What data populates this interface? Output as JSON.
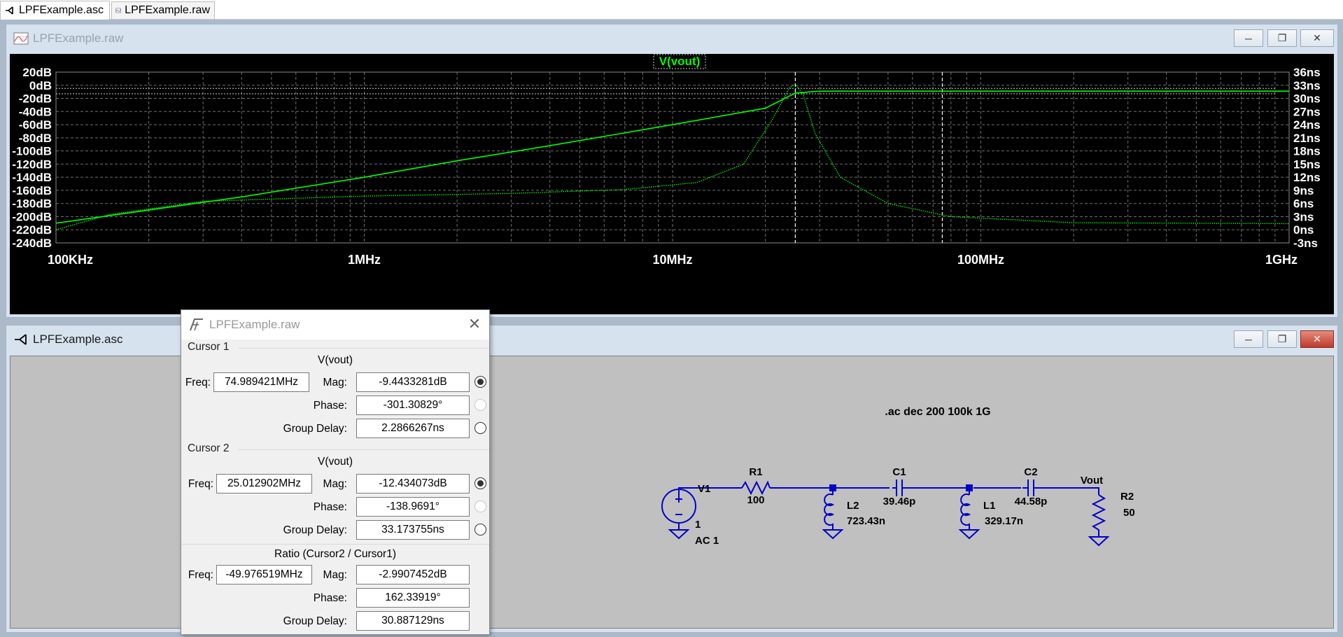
{
  "tabs": [
    {
      "label": "LPFExample.asc",
      "icon": "schematic-icon"
    },
    {
      "label": "LPFExample.raw",
      "icon": "waveform-icon"
    }
  ],
  "plot_window": {
    "title": "LPFExample.raw"
  },
  "schematic_window": {
    "title": "LPFExample.asc"
  },
  "chart_data": {
    "type": "line",
    "trace_label": "V(vout)",
    "x_scale": "log",
    "xlim": [
      100000,
      1000000000
    ],
    "x_ticks": [
      "100KHz",
      "1MHz",
      "10MHz",
      "100MHz",
      "1GHz"
    ],
    "y_ticks": [
      "20dB",
      "0dB",
      "-20dB",
      "-40dB",
      "-60dB",
      "-80dB",
      "-100dB",
      "-120dB",
      "-140dB",
      "-160dB",
      "-180dB",
      "-200dB",
      "-220dB",
      "-240dB"
    ],
    "y_right_ticks": [
      "36ns",
      "33ns",
      "30ns",
      "27ns",
      "24ns",
      "21ns",
      "18ns",
      "15ns",
      "12ns",
      "9ns",
      "6ns",
      "3ns",
      "0ns",
      "-3ns"
    ],
    "ylim": [
      -240,
      20
    ],
    "y2lim": [
      -3,
      36
    ],
    "grid": true,
    "trace_color": "#00ff00",
    "series": [
      {
        "style": "solid",
        "axis": "left",
        "x": [
          100000,
          200000,
          400000,
          1000000,
          2000000,
          4000000,
          10000000,
          20000000,
          25000000,
          30000000,
          50000000,
          100000000,
          1000000000
        ],
        "y": [
          -210,
          -190,
          -170,
          -140,
          -115,
          -92,
          -60,
          -35,
          -12,
          -9,
          -9,
          -9,
          -9
        ]
      },
      {
        "style": "dotted",
        "axis": "left_group_delay_on_right",
        "x": [
          100000,
          150000,
          300000,
          1000000,
          3000000,
          7000000,
          12000000,
          17000000,
          21000000,
          24000000,
          25000000,
          26500000,
          29000000,
          35000000,
          50000000,
          80000000,
          200000000,
          1000000000
        ],
        "y": [
          0,
          3.5,
          6.5,
          7.7,
          8.3,
          9.2,
          10.8,
          15,
          25,
          32.5,
          33.2,
          31,
          22,
          12,
          6,
          3,
          1.6,
          1.4
        ]
      }
    ],
    "cursor_lines": [
      {
        "x": 25012902
      },
      {
        "x": 74989421
      }
    ]
  },
  "cursor_dialog": {
    "title": "LPFExample.raw",
    "cursor1": {
      "label": "Cursor 1",
      "trace": "V(vout)",
      "freq_label": "Freq:",
      "freq": "74.989421MHz",
      "mag_label": "Mag:",
      "mag": "-9.4433281dB",
      "phase_label": "Phase:",
      "phase": "-301.30829°",
      "gd_label": "Group Delay:",
      "gd": "2.2866267ns"
    },
    "cursor2": {
      "label": "Cursor 2",
      "trace": "V(vout)",
      "freq_label": "Freq:",
      "freq": "25.012902MHz",
      "mag_label": "Mag:",
      "mag": "-12.434073dB",
      "phase_label": "Phase:",
      "phase": "-138.9691°",
      "gd_label": "Group Delay:",
      "gd": "33.173755ns"
    },
    "ratio": {
      "label": "Ratio (Cursor2 / Cursor1)",
      "freq_label": "Freq:",
      "freq": "-49.976519MHz",
      "mag_label": "Mag:",
      "mag": "-2.9907452dB",
      "phase_label": "Phase:",
      "phase": "162.33919°",
      "gd_label": "Group Delay:",
      "gd": "30.887129ns"
    }
  },
  "schematic": {
    "directive": ".ac dec 200 100k 1G",
    "wire_color": "#0000c8",
    "components": {
      "V1": {
        "name": "V1",
        "value": "1",
        "ac": "AC 1"
      },
      "R1": {
        "name": "R1",
        "value": "100"
      },
      "L2": {
        "name": "L2",
        "value": "723.43n"
      },
      "C1": {
        "name": "C1",
        "value": "39.46p"
      },
      "L1": {
        "name": "L1",
        "value": "329.17n"
      },
      "C2": {
        "name": "C2",
        "value": "44.58p"
      },
      "R2": {
        "name": "R2",
        "value": "50"
      }
    },
    "net_label": "Vout"
  }
}
